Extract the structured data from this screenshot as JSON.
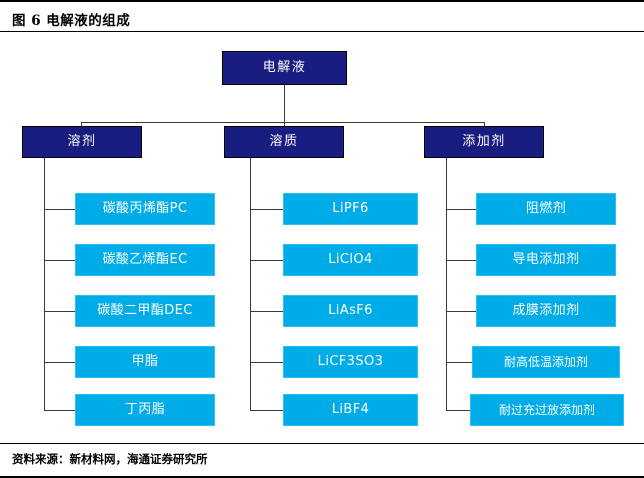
{
  "header": {
    "title": "图 6 电解液的组成"
  },
  "footer": {
    "source": "资料来源：新材料网，海通证券研究所"
  },
  "colors": {
    "navy": "#191C80",
    "cyan": "#00ACE8",
    "cyan_border": "#29C2F2",
    "line": "#3a3a3a",
    "text_on_node": "#ffffff",
    "page_background": "#ffffff",
    "rule": "#000000"
  },
  "chart_data": {
    "type": "diagram",
    "title": "图 6 电解液的组成",
    "layout": "tree",
    "orientation": "top-down",
    "root": {
      "label": "电解液",
      "level": 0
    },
    "branches": [
      {
        "label": "溶剂",
        "level": 1,
        "children": [
          "碳酸丙烯酯PC",
          "碳酸乙烯酯EC",
          "碳酸二甲酯DEC",
          "甲脂",
          "丁丙脂"
        ]
      },
      {
        "label": "溶质",
        "level": 1,
        "children": [
          "LiPF6",
          "LiClO4",
          "LiAsF6",
          "LiCF3SO3",
          "LiBF4"
        ]
      },
      {
        "label": "添加剂",
        "level": 1,
        "children": [
          "阻燃剂",
          "导电添加剂",
          "成膜添加剂",
          "耐高低温添加剂",
          "耐过充过放添加剂"
        ]
      }
    ],
    "source": "资料来源：新材料网，海通证券研究所"
  }
}
